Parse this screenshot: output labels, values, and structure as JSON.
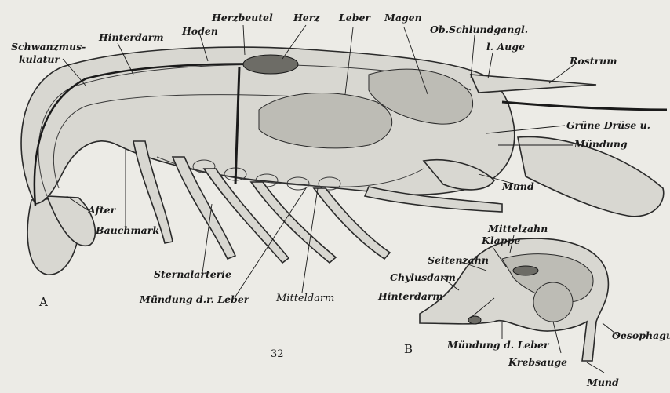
{
  "labels": {
    "schwanzmuskulatur_1": "Schwanzmus-",
    "schwanzmuskulatur_2": "kulatur",
    "hinterdarm_a": "Hinterdarm",
    "hoden": "Hoden",
    "herzbeutel": "Herzbeutel",
    "herz": "Herz",
    "leber": "Leber",
    "magen": "Magen",
    "ob_schlundgangl": "Ob.Schlundgangl.",
    "l_auge": "l. Auge",
    "rostrum": "Rostrum",
    "gruene_druese": "Grüne Drüse u.",
    "muendung": "Mündung",
    "mund_a": "Mund",
    "after": "After",
    "bauchmark": "Bauchmark",
    "sternalarterie": "Sternalarterie",
    "muendung_leber_a": "Mündung d.r. Leber",
    "mitteldarm": "Mitteldarm",
    "mittelzahn": "Mittelzahn",
    "klappe": "Klappe",
    "seitenzahn": "Seitenzahn",
    "chylusdarm": "Chylusdarm",
    "hinterdarm_b": "Hinterdarm",
    "muendung_leber_b": "Mündung d. Leber",
    "krebsauge": "Krebsauge",
    "oesophagus": "Oesophagus",
    "mund_b": "Mund"
  },
  "figure_letters": {
    "a": "A",
    "b": "B"
  },
  "page_number": "32"
}
